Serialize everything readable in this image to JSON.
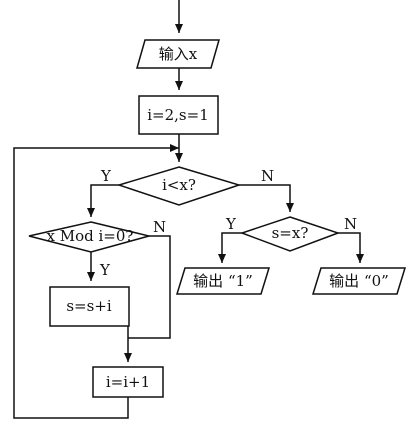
{
  "flowchart": {
    "input": "输入x",
    "init": "i=2,s=1",
    "loop_condition": "i<x?",
    "mod_condition": "x Mod i=0?",
    "accumulate": "s=s+i",
    "increment": "i=i+1",
    "equal_condition": "s=x?",
    "output_one": "输出 “1”",
    "output_zero": "输出 “0”",
    "label_y": "Y",
    "label_n": "N"
  }
}
